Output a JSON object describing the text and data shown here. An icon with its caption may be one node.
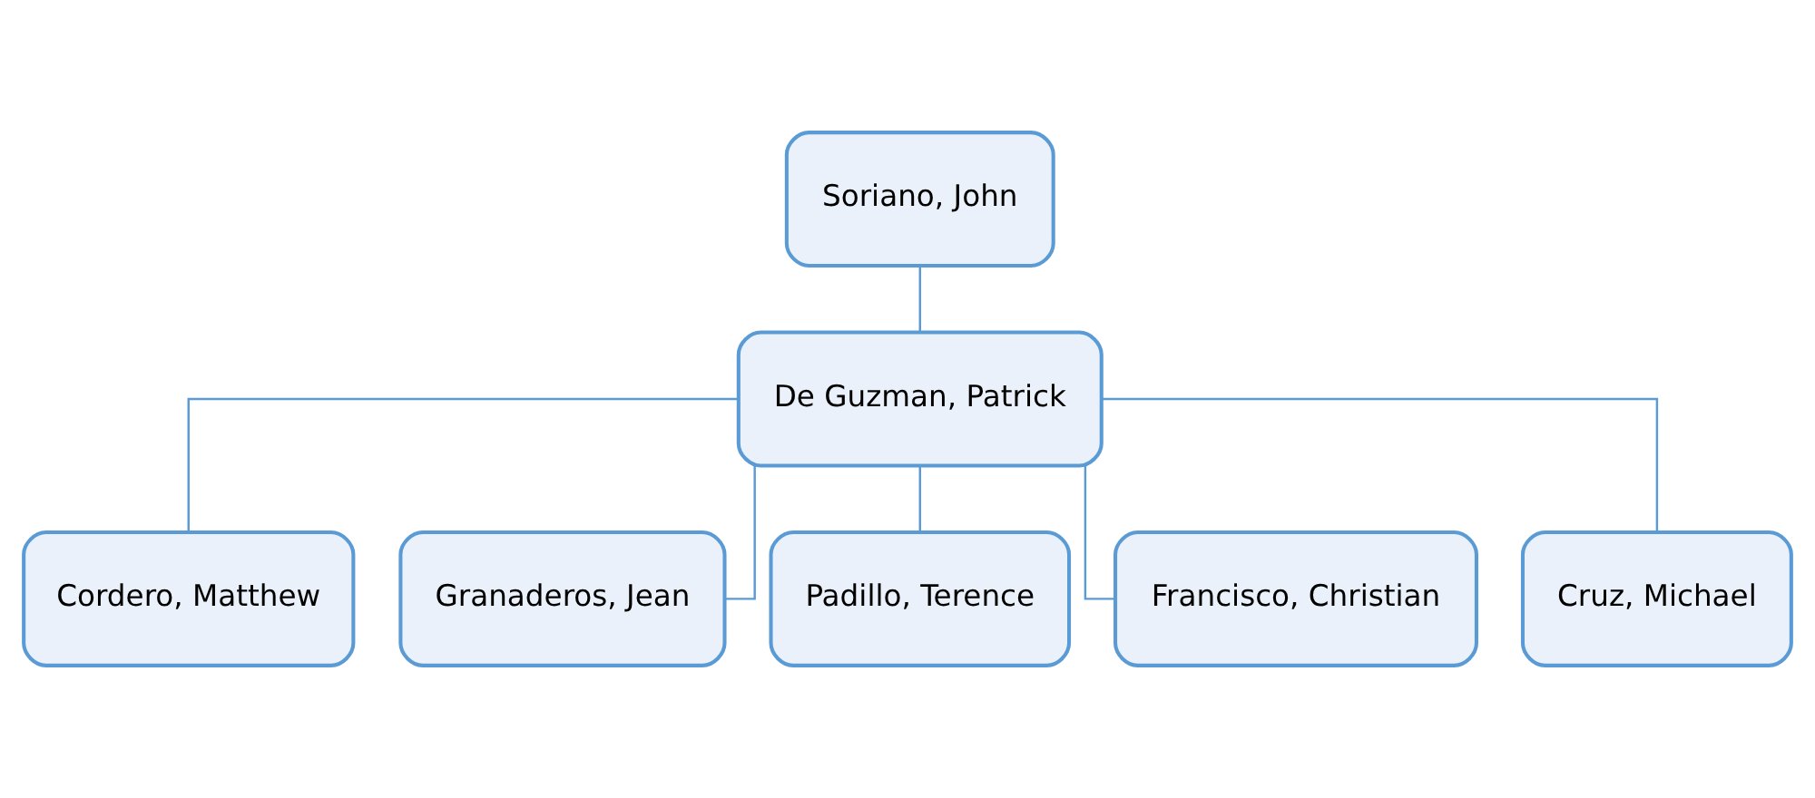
{
  "diagram": {
    "nodes": [
      {
        "text": [
          "Soriano, John"
        ]
      },
      {
        "text": [
          "De Guzman, Patrick"
        ]
      },
      {
        "text": [
          "Cordero, Matthew"
        ]
      },
      {
        "text": [
          "Granaderos, Jean"
        ]
      },
      {
        "text": [
          "Padillo, Terence"
        ]
      },
      {
        "text": [
          "Francisco, Christian"
        ]
      },
      {
        "text": [
          "Cruz, Michael"
        ]
      }
    ],
    "edges": [
      {
        "from": 0,
        "to": 1,
        "arrow": "none"
      },
      {
        "from": 1,
        "to": 2,
        "arrow": "none"
      },
      {
        "from": 1,
        "to": 3,
        "arrow": "none"
      },
      {
        "from": 1,
        "to": 4,
        "arrow": "none"
      },
      {
        "from": 1,
        "to": 5,
        "arrow": "none"
      },
      {
        "from": 1,
        "to": 6,
        "arrow": "none"
      }
    ]
  }
}
